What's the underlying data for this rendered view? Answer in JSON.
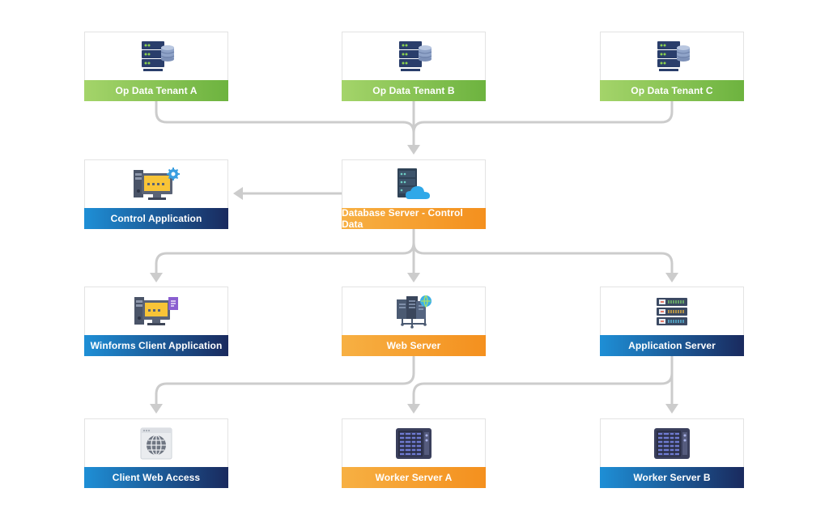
{
  "nodes": {
    "op_tenant_a": {
      "label": "Op Data Tenant A",
      "icon": "server-database-icon"
    },
    "op_tenant_b": {
      "label": "Op Data Tenant B",
      "icon": "server-database-icon"
    },
    "op_tenant_c": {
      "label": "Op Data Tenant C",
      "icon": "server-database-icon"
    },
    "control_app": {
      "label": "Control Application",
      "icon": "desktop-settings-icon"
    },
    "db_server": {
      "label": "Database Server - Control Data",
      "icon": "cloud-server-icon"
    },
    "winforms": {
      "label": "Winforms Client Application",
      "icon": "desktop-document-icon"
    },
    "web_server": {
      "label": "Web Server",
      "icon": "network-globe-server-icon"
    },
    "app_server": {
      "label": "Application Server",
      "icon": "server-rack-icon"
    },
    "client_web": {
      "label": "Client Web Access",
      "icon": "browser-globe-icon"
    },
    "worker_a": {
      "label": "Worker Server A",
      "icon": "server-tower-icon"
    },
    "worker_b": {
      "label": "Worker Server B",
      "icon": "server-tower-icon"
    }
  },
  "colors": {
    "green": "#7cc04a",
    "blue": "#1e8fd6",
    "navy": "#1a2a5e",
    "orange": "#f6a12f",
    "connector": "#cfcfcf"
  }
}
